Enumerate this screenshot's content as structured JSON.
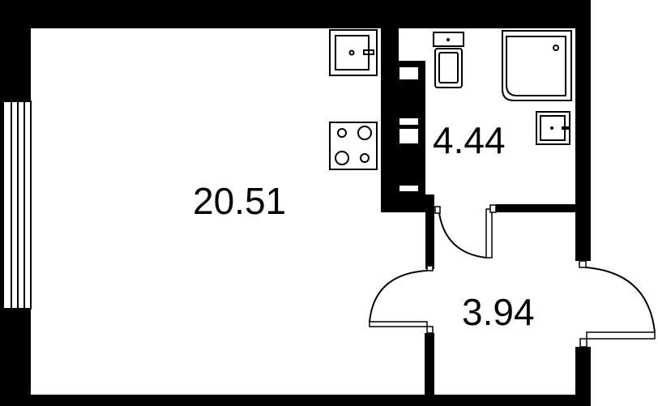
{
  "rooms": [
    {
      "name": "living-kitchen",
      "area": "20.51"
    },
    {
      "name": "bathroom",
      "area": "4.44"
    },
    {
      "name": "hallway",
      "area": "3.94"
    }
  ],
  "colors": {
    "wall": "#000000",
    "background": "#ffffff"
  }
}
